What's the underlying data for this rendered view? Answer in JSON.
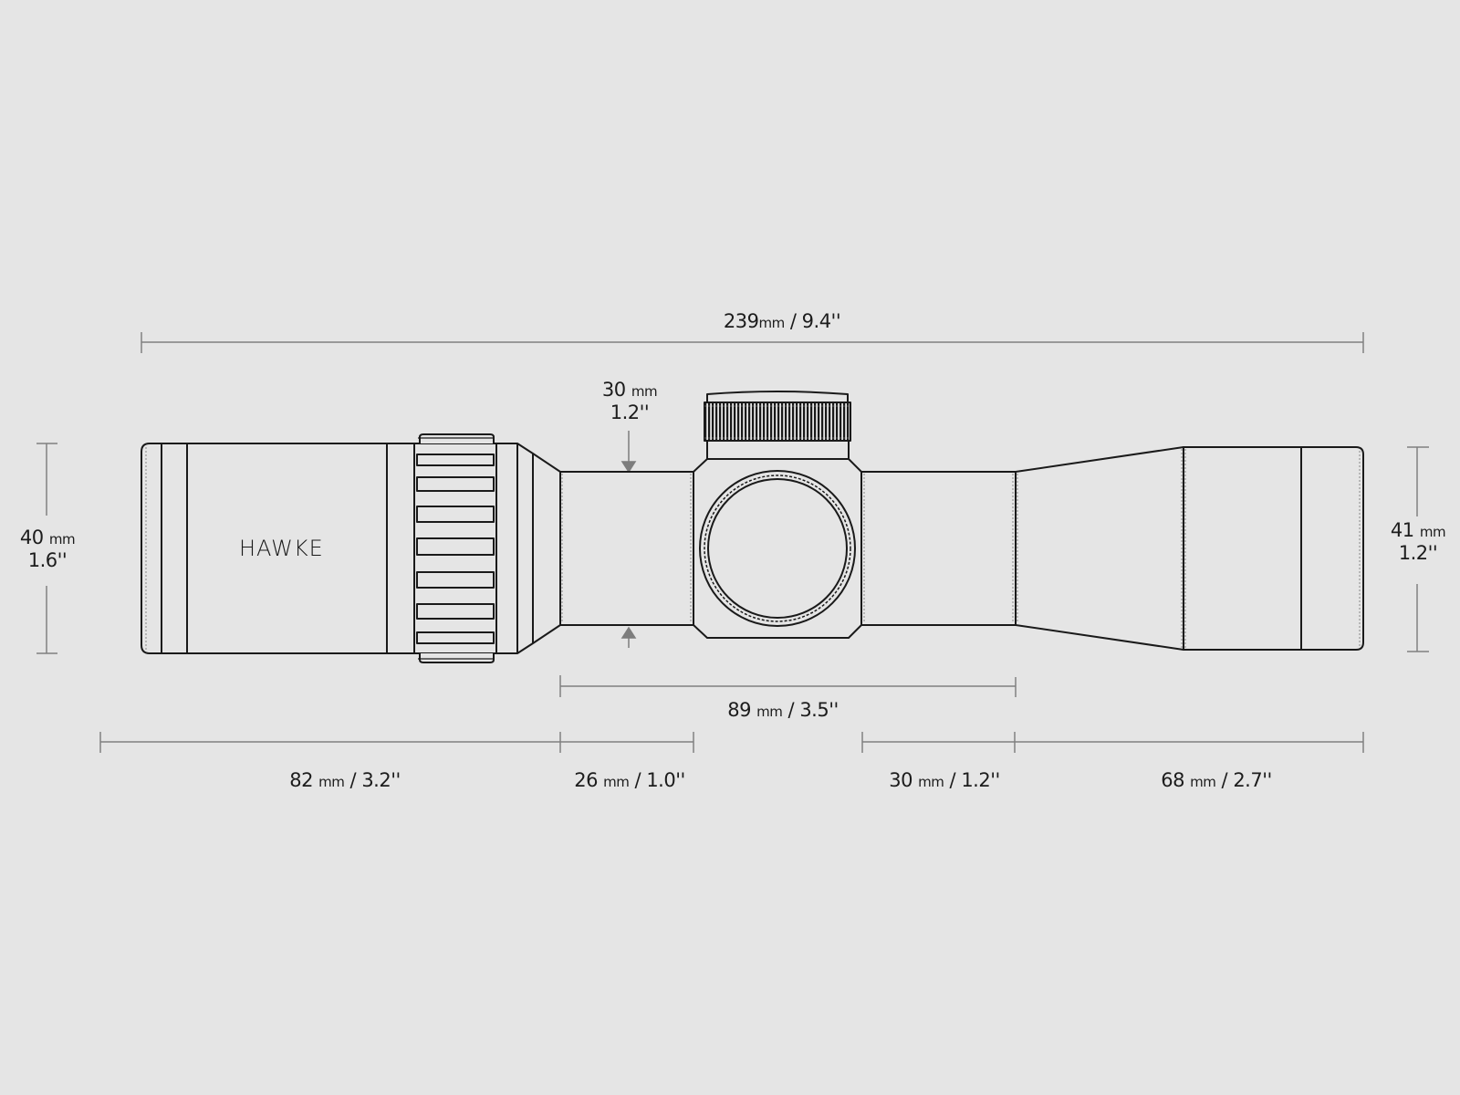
{
  "diagram": {
    "title": "Riflescope dimensional drawing",
    "brand_logo": "HAWKE",
    "colors": {
      "background": "#e5e5e5",
      "outline": "#1a1a1a",
      "dimension_line": "#808080",
      "label_text": "#1c1c1c"
    }
  },
  "dimensions": {
    "overall_length": {
      "value": "239",
      "unit": "mm",
      "separator": " / ",
      "imperial": "9.4''"
    },
    "tube_diameter": {
      "value": "30",
      "unit": "mm",
      "imperial": "1.2''"
    },
    "objective_diameter": {
      "value": "40",
      "unit": "mm",
      "imperial": "1.6''"
    },
    "eyepiece_diameter": {
      "value": "41",
      "unit": "mm",
      "imperial": "1.2''"
    },
    "mounting_length": {
      "value": "89",
      "unit": "mm",
      "separator": " / ",
      "imperial": "3.5''"
    },
    "segments": [
      {
        "value": "82",
        "unit": "mm",
        "separator": " / ",
        "imperial": "3.2''"
      },
      {
        "value": "26",
        "unit": "mm",
        "separator": " / ",
        "imperial": "1.0''"
      },
      {
        "value": "30",
        "unit": "mm",
        "separator": " / ",
        "imperial": "1.2''"
      },
      {
        "value": "68",
        "unit": "mm",
        "separator": " / ",
        "imperial": "2.7''"
      }
    ]
  }
}
